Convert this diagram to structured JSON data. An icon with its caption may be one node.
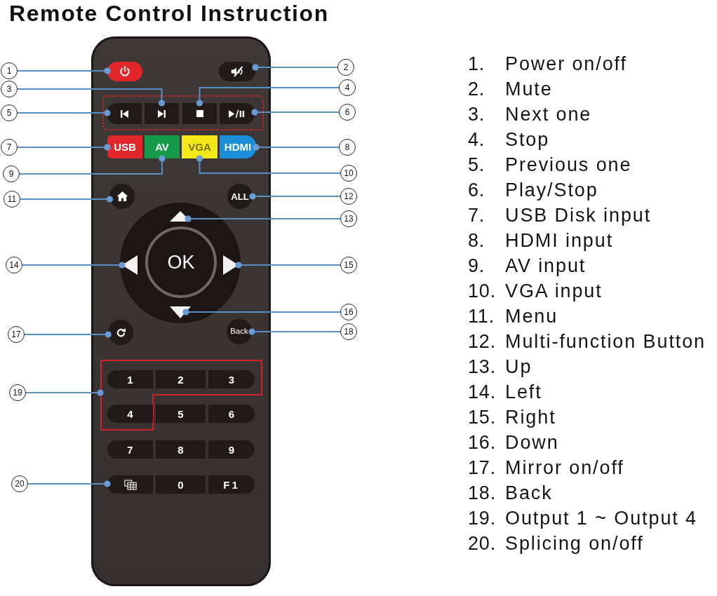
{
  "diagram": {
    "title": "Remote Control Instruction",
    "nodes": [
      {
        "text": [],
        "shape": "box"
      },
      {
        "text": [],
        "shape": "box",
        "in": 0
      },
      {
        "text": [],
        "shape": "box",
        "in": 0
      },
      {
        "text": [],
        "shape": "box",
        "in": 0
      },
      {
        "text": [],
        "shape": "box",
        "in": 3
      },
      {
        "text": [],
        "shape": "box",
        "in": 3
      },
      {
        "text": [],
        "shape": "box",
        "in": 3
      },
      {
        "text": [],
        "shape": "box",
        "in": 3
      },
      {
        "text": [
          "USB"
        ],
        "in": 0
      },
      {
        "text": [
          "AV"
        ],
        "in": 0
      },
      {
        "text": [
          "VGA"
        ],
        "in": 0
      },
      {
        "text": [
          "HDMI"
        ],
        "in": 0
      },
      {
        "text": [],
        "shape": "circle",
        "in": 0
      },
      {
        "text": [
          "ALL"
        ],
        "in": 0
      },
      {
        "text": [],
        "shape": "circle",
        "in": 0
      },
      {
        "text": [],
        "shape": "triangle",
        "in": 14
      },
      {
        "text": [],
        "shape": "triangle",
        "in": 14
      },
      {
        "text": [
          "OK"
        ],
        "in": 14
      },
      {
        "text": [],
        "shape": "triangle",
        "in": 14
      },
      {
        "text": [],
        "shape": "triangle",
        "in": 14
      },
      {
        "text": [],
        "shape": "circle",
        "in": 0
      },
      {
        "text": [
          "Back"
        ],
        "in": 0
      },
      {
        "text": [],
        "shape": "box",
        "in": 0
      },
      {
        "text": [
          "1"
        ],
        "in": 22
      },
      {
        "text": [
          "2"
        ],
        "in": 22
      },
      {
        "text": [
          "3"
        ],
        "in": 22
      },
      {
        "text": [
          "4"
        ],
        "in": 22
      },
      {
        "text": [
          "5"
        ],
        "in": 0
      },
      {
        "text": [
          "6"
        ],
        "in": 0
      },
      {
        "text": [
          "7"
        ],
        "in": 0
      },
      {
        "text": [
          "8"
        ],
        "in": 0
      },
      {
        "text": [
          "9"
        ],
        "in": 0
      },
      {
        "text": [],
        "shape": "box",
        "in": 0
      },
      {
        "text": [
          "0"
        ],
        "in": 0
      },
      {
        "text": [
          "F1"
        ],
        "in": 0
      },
      {
        "text": [
          "1"
        ]
      },
      {
        "text": [
          "2"
        ]
      },
      {
        "text": [
          "3"
        ]
      },
      {
        "text": [
          "4"
        ]
      },
      {
        "text": [
          "5"
        ]
      },
      {
        "text": [
          "6"
        ]
      },
      {
        "text": [
          "7"
        ]
      },
      {
        "text": [
          "8"
        ]
      },
      {
        "text": [
          "9"
        ]
      },
      {
        "text": [
          "10"
        ]
      },
      {
        "text": [
          "11"
        ]
      },
      {
        "text": [
          "12"
        ]
      },
      {
        "text": [
          "13"
        ]
      },
      {
        "text": [
          "14"
        ]
      },
      {
        "text": [
          "15"
        ]
      },
      {
        "text": [
          "16"
        ]
      },
      {
        "text": [
          "17"
        ]
      },
      {
        "text": [
          "18"
        ]
      },
      {
        "text": [
          "19"
        ]
      },
      {
        "text": [
          "20"
        ]
      }
    ],
    "edges": [
      {
        "from": 35,
        "to": 1,
        "arrow": "other"
      },
      {
        "from": 36,
        "to": 2,
        "arrow": "other"
      },
      {
        "from": 37,
        "to": 5,
        "arrow": "other"
      },
      {
        "from": 38,
        "to": 6,
        "arrow": "other"
      },
      {
        "from": 39,
        "to": 4,
        "arrow": "other"
      },
      {
        "from": 40,
        "to": 7,
        "arrow": "other"
      },
      {
        "from": 41,
        "to": 8,
        "arrow": "other"
      },
      {
        "from": 42,
        "to": 11,
        "arrow": "other"
      },
      {
        "from": 43,
        "to": 9,
        "arrow": "other"
      },
      {
        "from": 44,
        "to": 10,
        "arrow": "other"
      },
      {
        "from": 45,
        "to": 12,
        "arrow": "other"
      },
      {
        "from": 46,
        "to": 13,
        "arrow": "other"
      },
      {
        "from": 47,
        "to": 15,
        "arrow": "other"
      },
      {
        "from": 48,
        "to": 16,
        "arrow": "other"
      },
      {
        "from": 49,
        "to": 18,
        "arrow": "other"
      },
      {
        "from": 50,
        "to": 19,
        "arrow": "other"
      },
      {
        "from": 51,
        "to": 20,
        "arrow": "other"
      },
      {
        "from": 52,
        "to": 21,
        "arrow": "other"
      },
      {
        "from": 53,
        "to": 22,
        "arrow": "other"
      },
      {
        "from": 54,
        "to": 32,
        "arrow": "other"
      }
    ],
    "labels": [
      "1.",
      "Power on/off",
      "2.",
      "Mute",
      "3.",
      "Next one",
      "4.",
      "Stop",
      "5.",
      "Previous one",
      "6.",
      "Play/Stop",
      "7.",
      "USB Disk input",
      "8.",
      "HDMI input",
      "9.",
      "AV input",
      "10.",
      "VGA input",
      "11.",
      "Menu",
      "12.",
      "Multi-function Button",
      "13.",
      "Up",
      "14.",
      "Left",
      "15.",
      "Right",
      "16.",
      "Down",
      "17.",
      "Mirror on/off",
      "18.",
      "Back",
      "19.",
      "Output 1 ~ Output 4",
      "20.",
      "Splicing on/off"
    ]
  }
}
